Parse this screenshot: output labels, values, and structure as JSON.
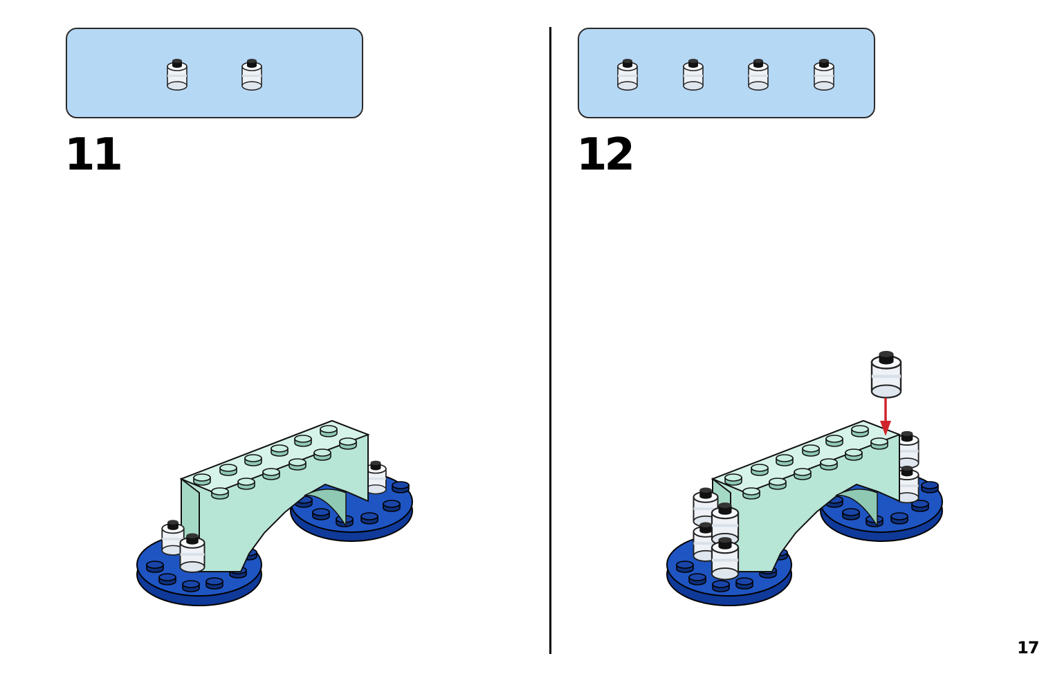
{
  "page": {
    "number": "17"
  },
  "steps": [
    {
      "number": "11",
      "parts_count": 2,
      "part_name": "round-brick-1x1-transparent"
    },
    {
      "number": "12",
      "parts_count": 4,
      "part_name": "round-brick-1x1-transparent"
    }
  ],
  "colors": {
    "parts_box": "#b5d8f5",
    "arch": "#c9eee2",
    "plate": "#1f55c2",
    "arrow": "#d0242b"
  }
}
